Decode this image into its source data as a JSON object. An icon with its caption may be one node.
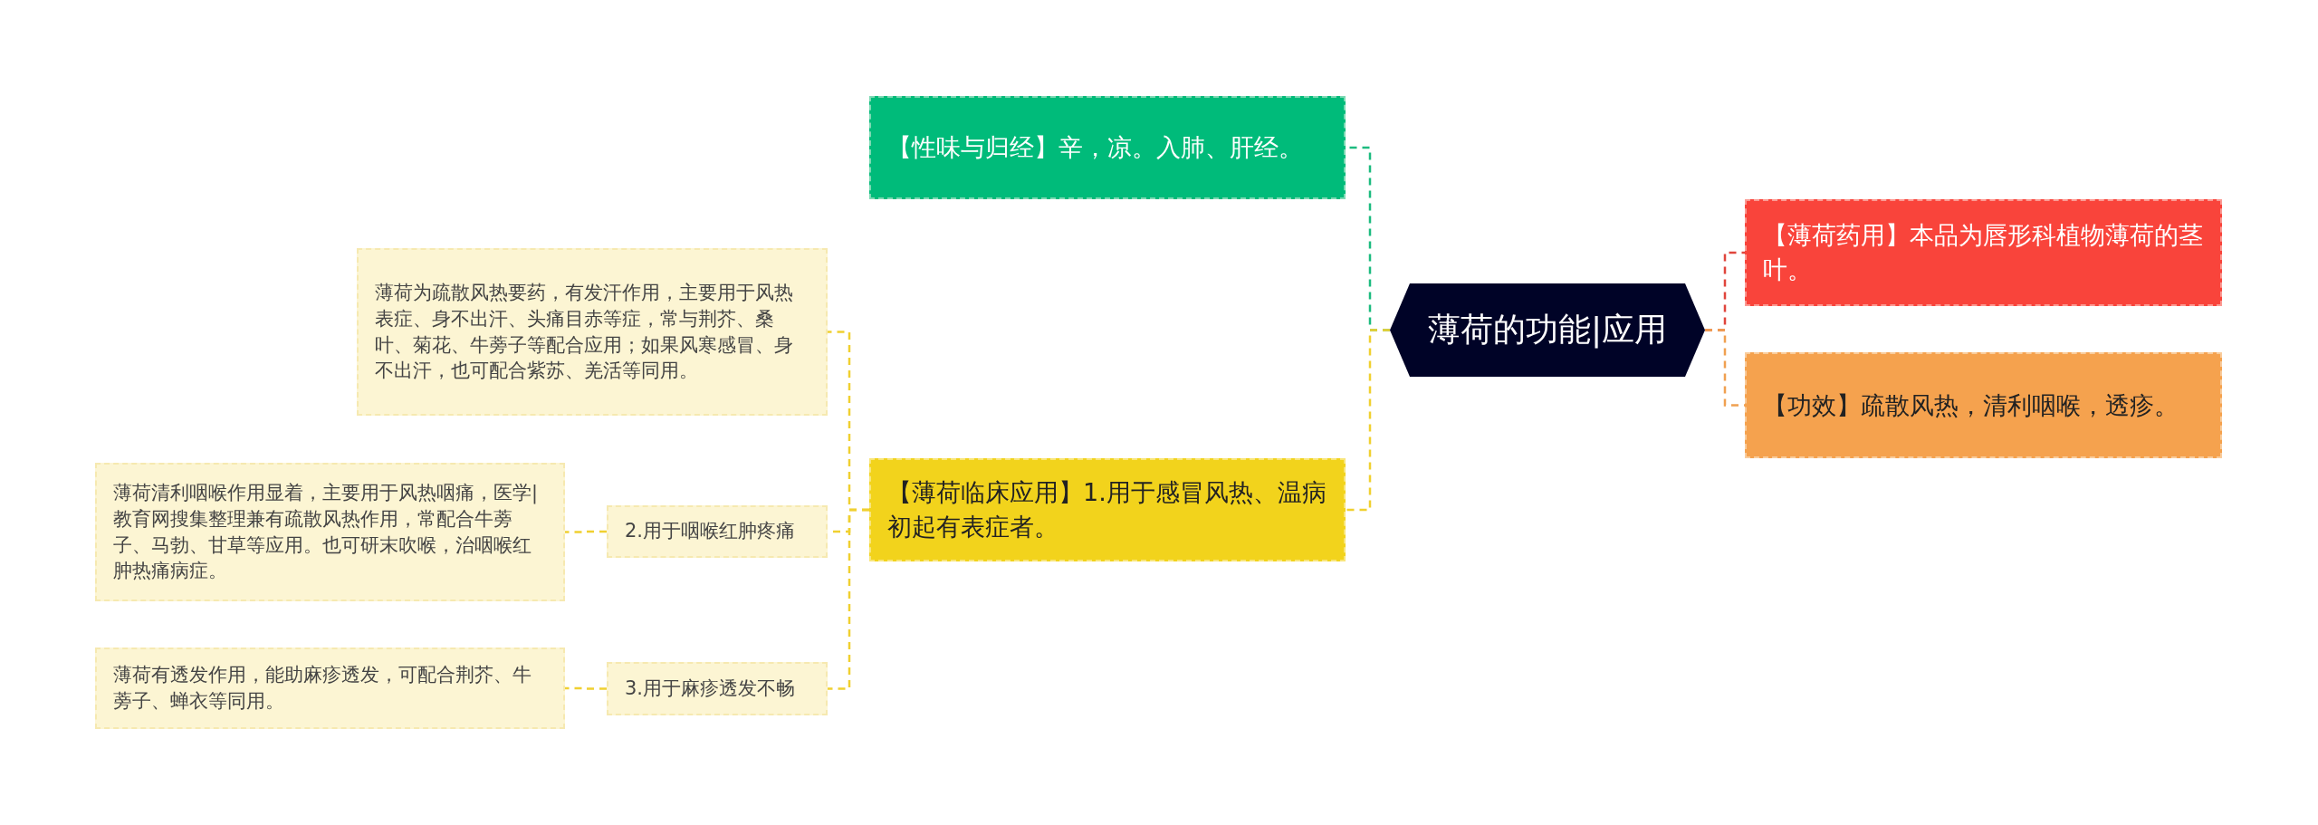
{
  "diagram": {
    "nodes": [
      {
        "text": [
          "薄荷的功能|应用"
        ]
      },
      {
        "text": [
          "【性味与归经】辛，凉。入肺、肝经。"
        ]
      },
      {
        "text": [
          "【薄荷临床应用】1.用于感冒风热、温病初起有表症者。"
        ]
      },
      {
        "text": [
          "薄荷为疏散风热要药，有发汗作用，主要用于风热表症、身不出汗、头痛目赤等症，常与荆芥、桑叶、菊花、牛蒡子等配合应用；如果风寒感冒、身不出汗，也可配合紫苏、羌活等同用。"
        ]
      },
      {
        "text": [
          "2.用于咽喉红肿疼痛"
        ]
      },
      {
        "text": [
          "薄荷清利咽喉作用显着，主要用于风热咽痛，医学|教育网搜集整理兼有疏散风热作用，常配合牛蒡子、马勃、甘草等应用。也可研末吹喉，治咽喉红肿热痛病症。"
        ]
      },
      {
        "text": [
          "3.用于麻疹透发不畅"
        ]
      },
      {
        "text": [
          "薄荷有透发作用，能助麻疹透发，可配合荆芥、牛蒡子、蝉衣等同用。"
        ]
      },
      {
        "text": [
          "【薄荷药用】本品为唇形科植物薄荷的茎叶。"
        ]
      },
      {
        "text": [
          "【功效】疏散风热，清利咽喉，透疹。"
        ]
      }
    ],
    "edges": [
      {
        "from": 0,
        "to": 1,
        "arrow": "none",
        "style": "dashed",
        "color": "#1dbb7f"
      },
      {
        "from": 0,
        "to": 2,
        "arrow": "none",
        "style": "dashed"
      },
      {
        "from": 2,
        "to": 3,
        "arrow": "none",
        "style": "dashed"
      },
      {
        "from": 2,
        "to": 4,
        "arrow": "none",
        "style": "dashed"
      },
      {
        "from": 4,
        "to": 5,
        "arrow": "none",
        "style": "dashed"
      },
      {
        "from": 2,
        "to": 6,
        "arrow": "none",
        "style": "dashed"
      },
      {
        "from": 6,
        "to": 7,
        "arrow": "none",
        "style": "dashed"
      },
      {
        "from": 0,
        "to": 8,
        "arrow": "none",
        "style": "dashed",
        "color": "#e0453c"
      },
      {
        "from": 0,
        "to": 9,
        "arrow": "none",
        "style": "dashed",
        "color": "#f0a050"
      }
    ]
  }
}
